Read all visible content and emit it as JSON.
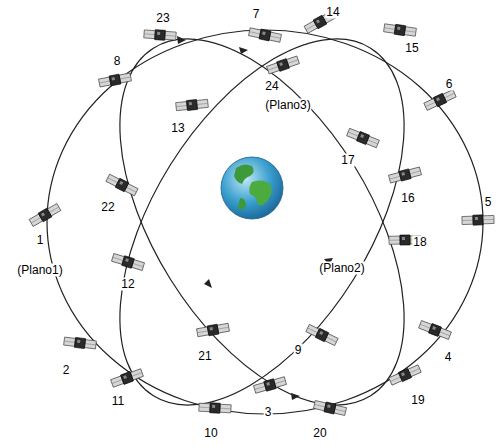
{
  "diagram": {
    "labels": [
      "1",
      "2",
      "3",
      "4",
      "5",
      "6",
      "7",
      "8",
      "9",
      "10",
      "11",
      "12",
      "13",
      "14",
      "15",
      "16",
      "17",
      "18",
      "19",
      "20",
      "21",
      "22",
      "23",
      "24",
      "(Plano1)",
      "(Plano2)",
      "(Plano3)"
    ]
  }
}
